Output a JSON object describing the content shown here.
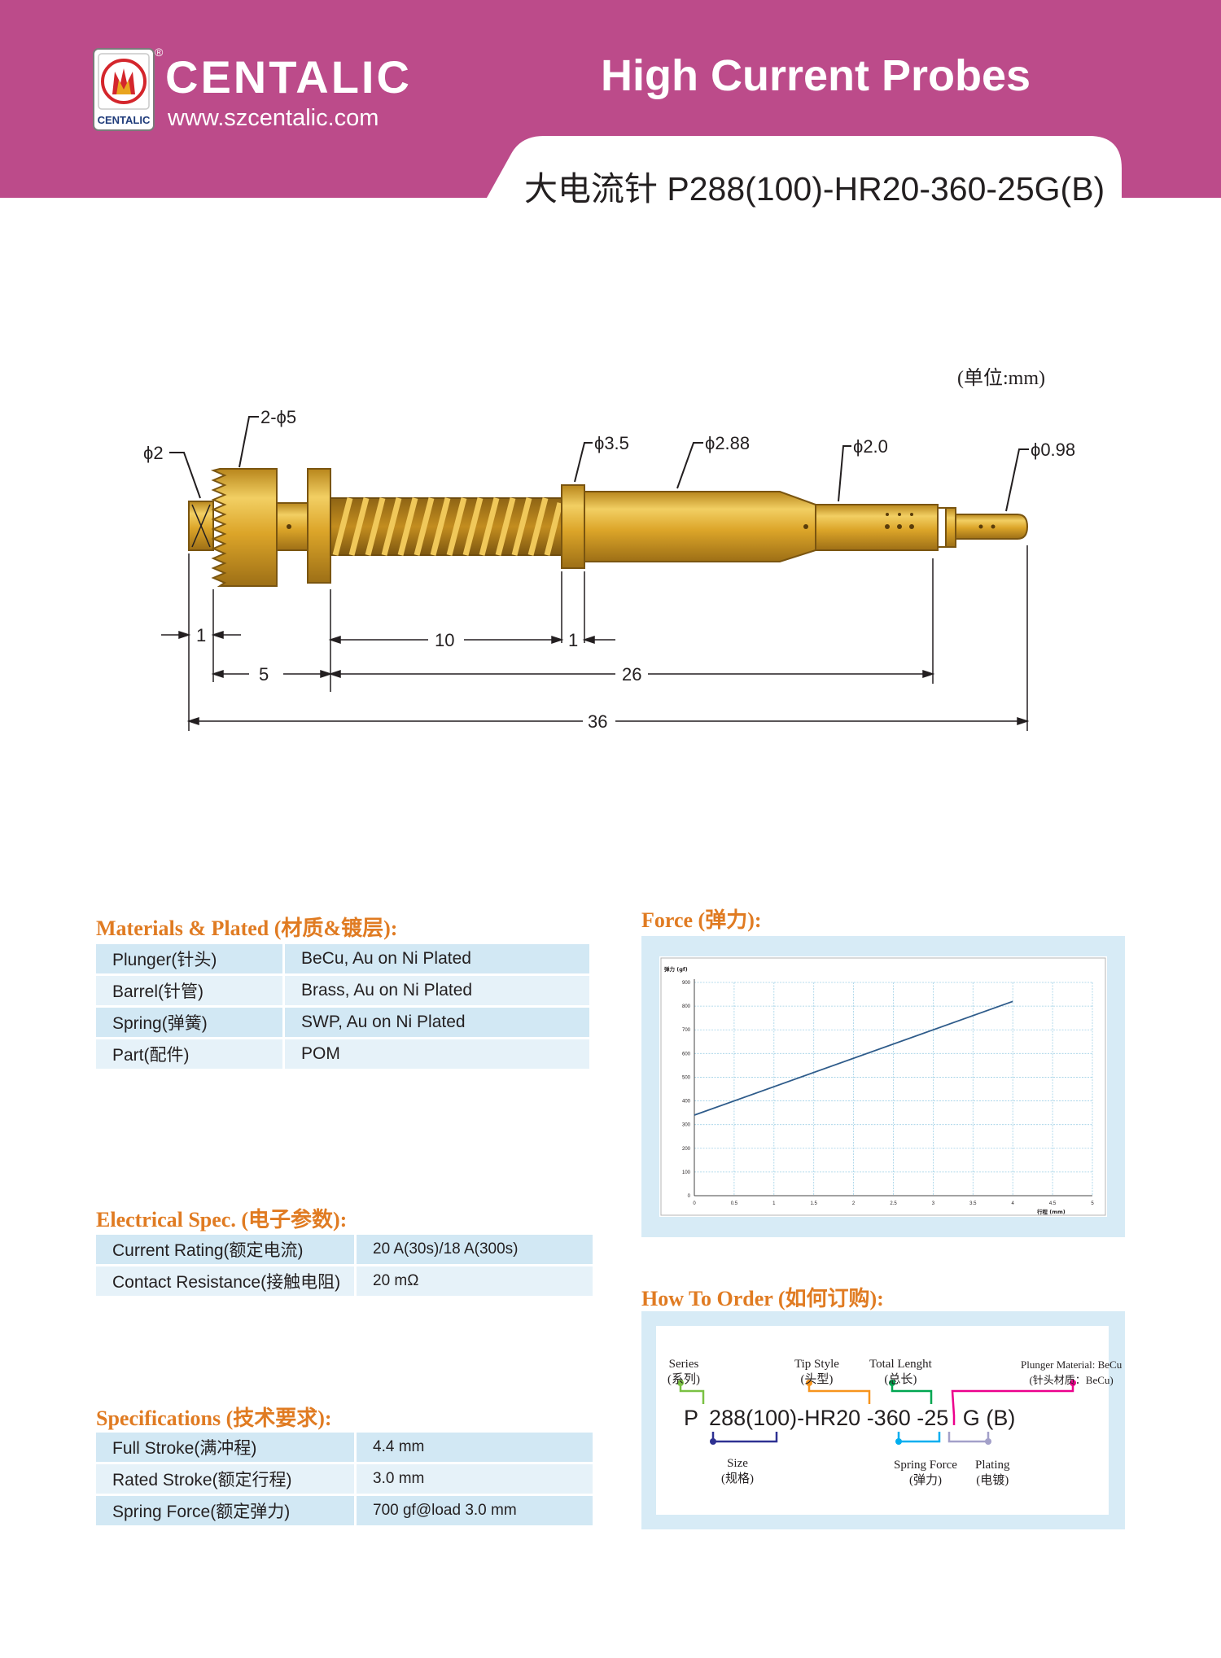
{
  "header": {
    "brand": "CENTALIC",
    "registered_mark": "®",
    "badge_text": "CENTALIC",
    "website": "www.szcentalic.com",
    "title": "High Current Probes",
    "part_title": "大电流针 P288(100)-HR20-360-25G(B)"
  },
  "drawing": {
    "unit": "(单位:mm)",
    "diameter_labels": {
      "d_2": "ϕ2",
      "d_2x5": "2-ϕ5",
      "d_3_5": "ϕ3.5",
      "d_2_88": "ϕ2.88",
      "d_2_0": "ϕ2.0",
      "d_0_98": "ϕ0.98"
    },
    "length_labels": {
      "l_1a": "1",
      "l_5": "5",
      "l_10": "10",
      "l_1b": "1",
      "l_26": "26",
      "l_36": "36"
    },
    "colors": {
      "brass": "#d9a521",
      "brass_dark": "#a8791a",
      "brass_light": "#f2cf63"
    }
  },
  "materials": {
    "heading": "Materials & Plated (材质&镀层):",
    "rows": [
      {
        "part": "Plunger(针头)",
        "value": "BeCu, Au on Ni Plated"
      },
      {
        "part": "Barrel(针管)",
        "value": "Brass, Au on Ni Plated"
      },
      {
        "part": "Spring(弹簧)",
        "value": "SWP, Au on Ni Plated"
      },
      {
        "part": "Part(配件)",
        "value": "POM"
      }
    ]
  },
  "electrical": {
    "heading": "Electrical Spec. (电子参数):",
    "rows": [
      {
        "name": "Current Rating(额定电流)",
        "value": "20 A(30s)/18 A(300s)"
      },
      {
        "name": "Contact Resistance(接触电阻)",
        "value": "20 mΩ"
      }
    ]
  },
  "specifications": {
    "heading": "Specifications (技术要求):",
    "rows": [
      {
        "name": "Full Stroke(满冲程)",
        "value": "4.4 mm"
      },
      {
        "name": "Rated Stroke(额定行程)",
        "value": "3.0 mm"
      },
      {
        "name": "Spring Force(额定弹力)",
        "value": "700 gf@load 3.0 mm"
      }
    ]
  },
  "force": {
    "heading": "Force (弹力):",
    "chart_data": {
      "type": "line",
      "ylabel": "弹力 (gf)",
      "xlabel": "行程 (mm)",
      "xlim": [
        0,
        5
      ],
      "ylim": [
        0,
        900
      ],
      "x_ticks": [
        "0",
        "0.5",
        "1",
        "1.5",
        "2",
        "2.5",
        "3",
        "3.5",
        "4",
        "4.5",
        "5"
      ],
      "y_ticks": [
        "0",
        "100",
        "200",
        "300",
        "400",
        "500",
        "600",
        "700",
        "800",
        "900"
      ],
      "grid": true,
      "series": [
        {
          "x": [
            0,
            4
          ],
          "y": [
            340,
            820
          ]
        }
      ],
      "line_color": "#2e5b8a",
      "grid_color": "#9fd0e6"
    }
  },
  "order": {
    "heading": "How To Order (如何订购):",
    "code": {
      "series": "P",
      "size": "288(100)",
      "dash1": "-",
      "tip": "HR20",
      "length": "-360",
      "force": "-25",
      "plating": "G",
      "plunger": "(B)"
    },
    "labels": {
      "series_en": "Series",
      "series_cn": "(系列)",
      "tip_en": "Tip Style",
      "tip_cn": "(头型)",
      "length_en": "Total Lenght",
      "length_cn": "(总长)",
      "plunger_en": "Plunger Material: BeCu",
      "plunger_cn": "(针头材质：BeCu)",
      "size_en": "Size",
      "size_cn": "(规格)",
      "force_en": "Spring Force",
      "force_cn": "(弹力)",
      "plating_en": "Plating",
      "plating_cn": "(电镀)"
    },
    "colors": {
      "series": "#7ac143",
      "tip": "#f7941d",
      "length": "#00a651",
      "plunger": "#ec008c",
      "size": "#2e3192",
      "force": "#00aeef",
      "plating": "#a3a0c9"
    }
  }
}
